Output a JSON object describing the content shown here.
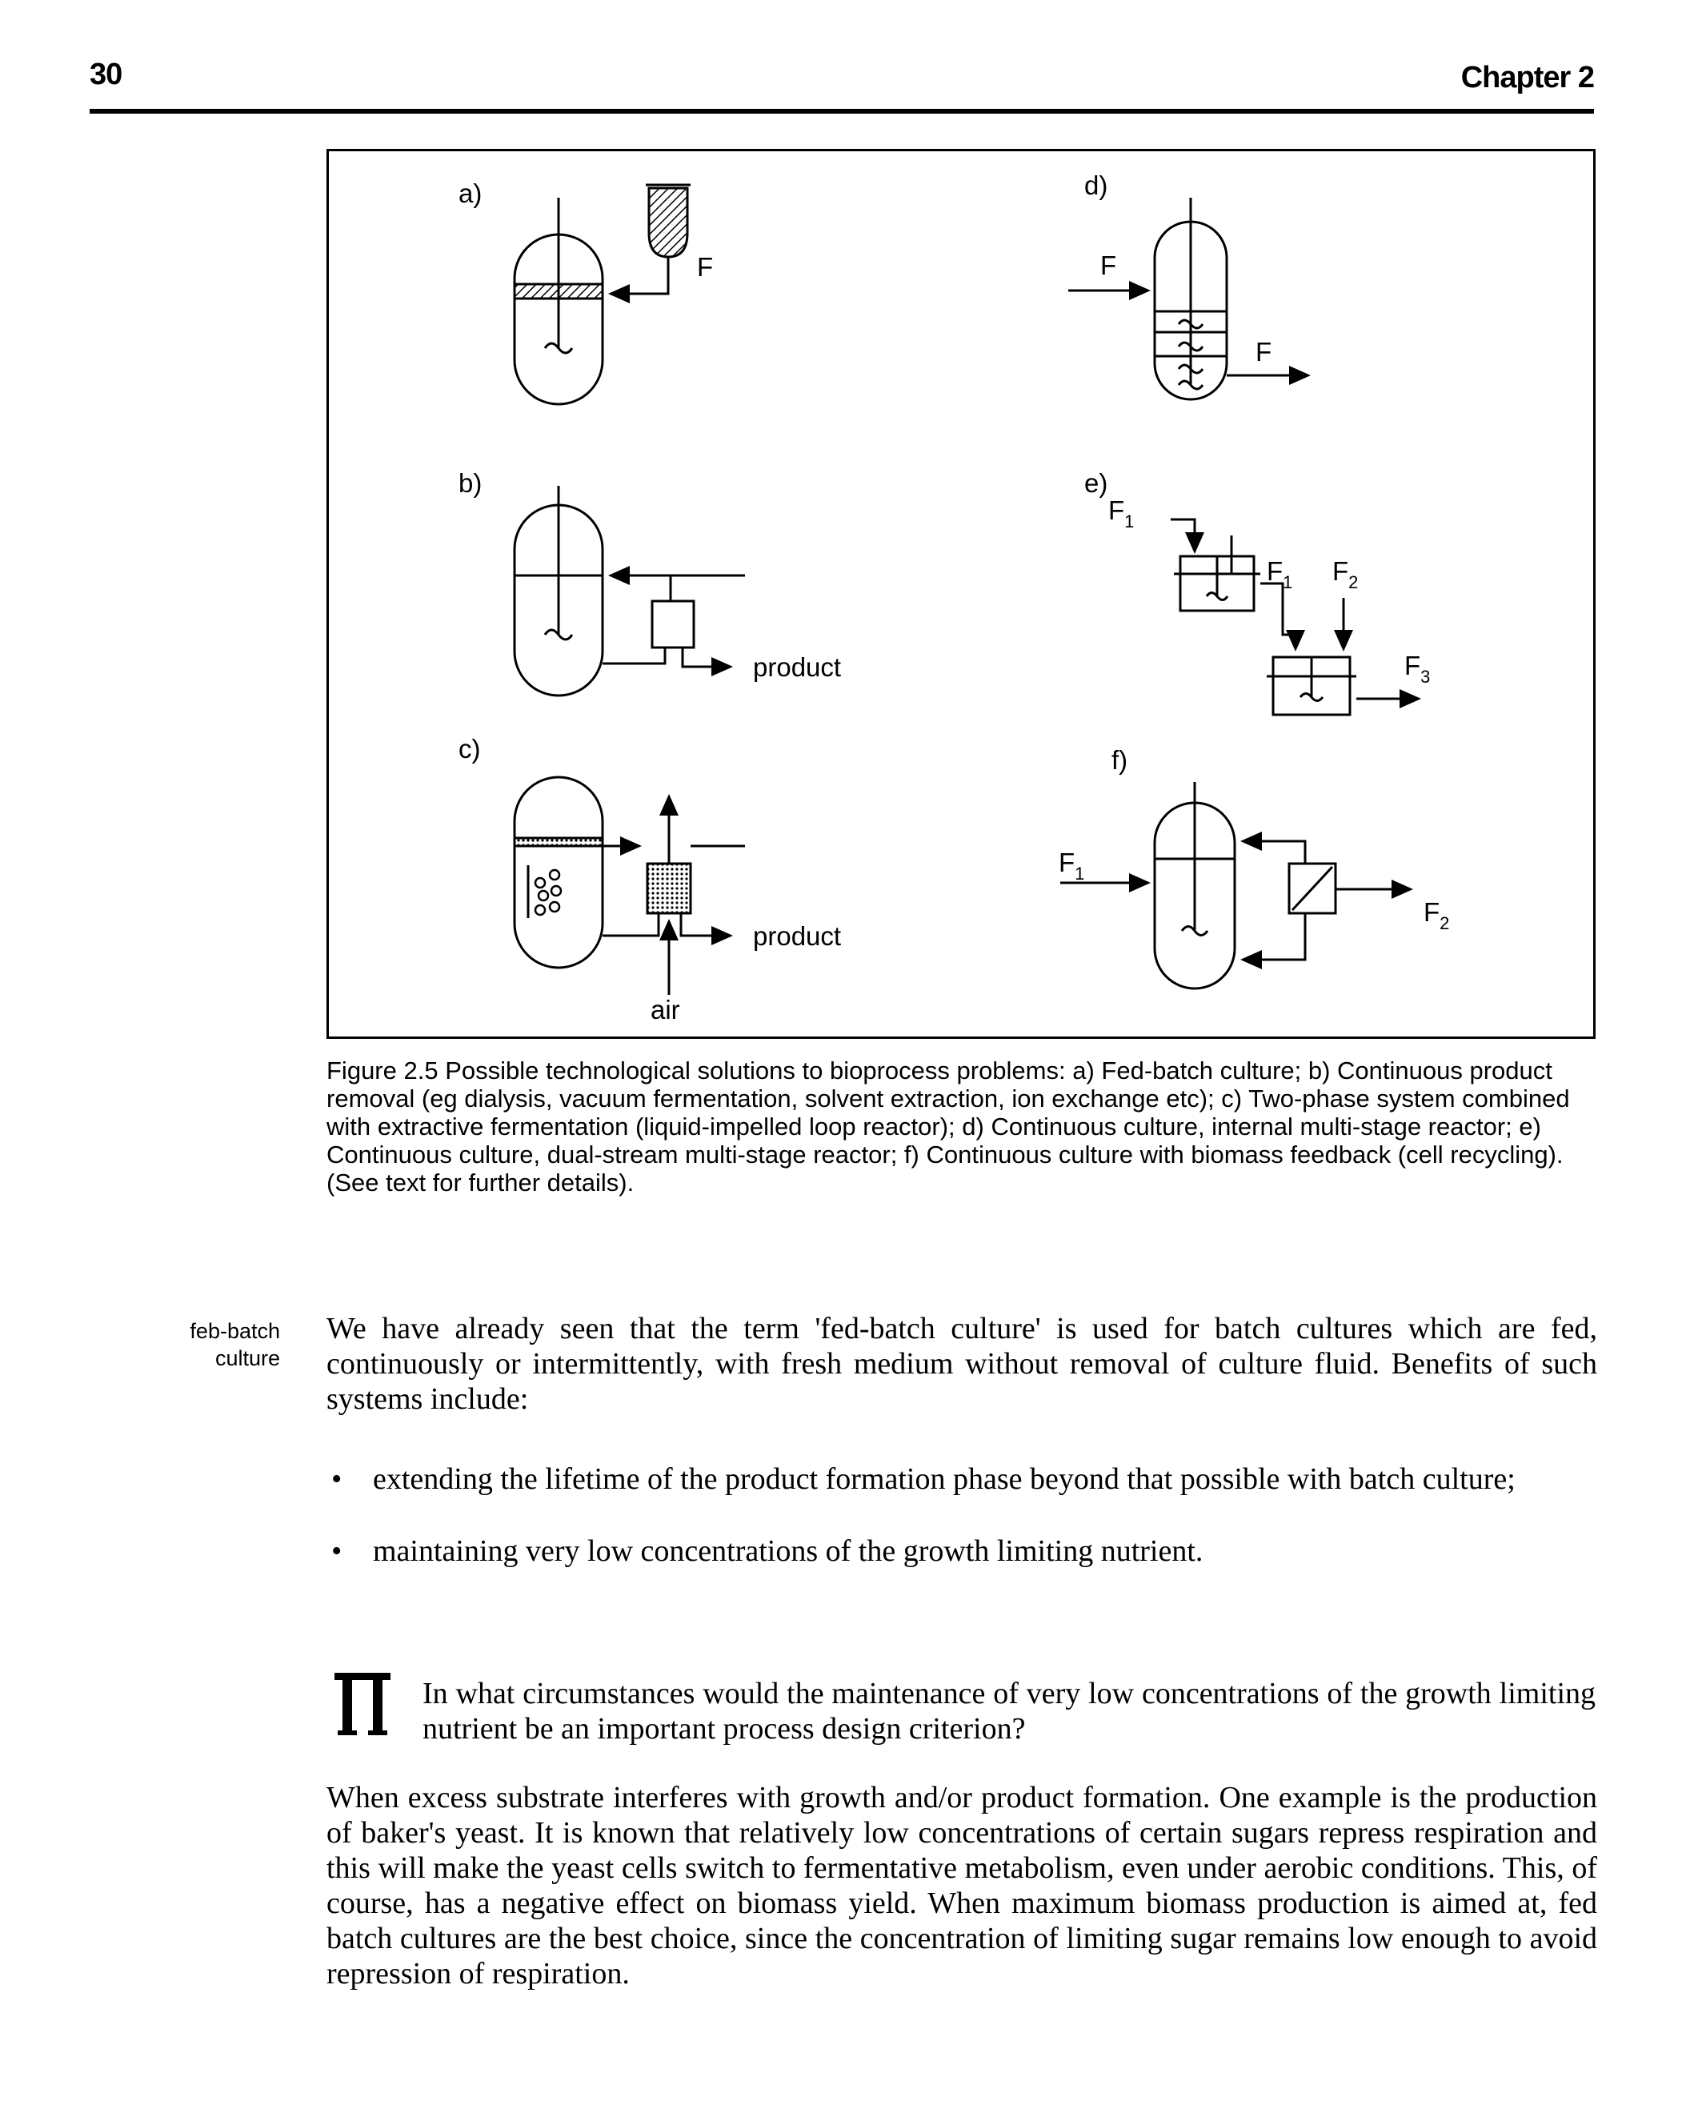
{
  "header": {
    "page_number": "30",
    "chapter": "Chapter 2"
  },
  "figure": {
    "panel_labels": [
      "a)",
      "b)",
      "c)",
      "d)",
      "e)",
      "f)"
    ],
    "labels": {
      "F": "F",
      "product": "product",
      "air": "air",
      "F1": "F",
      "F1_sub": "1",
      "F2": "F",
      "F2_sub": "2",
      "F3": "F",
      "F3_sub": "3"
    }
  },
  "caption": "Figure 2.5 Possible technological solutions to bioprocess problems: a) Fed-batch culture; b) Continuous product removal (eg dialysis, vacuum fermentation, solvent extraction, ion exchange etc); c) Two-phase system combined with extractive fermentation (liquid-impelled loop reactor); d) Continuous culture, internal multi-stage reactor; e) Continuous culture, dual-stream multi-stage reactor; f) Continuous culture with biomass feedback (cell recycling). (See text for further details).",
  "margin_note": {
    "line1": "feb-batch",
    "line2": "culture"
  },
  "paragraph_1": "We have already seen that the term 'fed-batch culture' is used for batch cultures which are fed, continuously or intermittently, with fresh medium without removal of culture fluid. Benefits of such systems include:",
  "bullets": [
    "extending the lifetime of the product formation phase beyond that possible with batch culture;",
    "maintaining very low concentrations of the growth limiting nutrient."
  ],
  "bullet_symbol": "•",
  "question": "In what circumstances would the maintenance of very low concentrations of the growth limiting nutrient be an important process design criterion?",
  "answer": "When excess substrate interferes with growth and/or product formation. One example is the production of baker's yeast. It is known that relatively low concentrations of certain sugars repress respiration and this will make the yeast cells switch to fermentative metabolism, even under aerobic conditions. This, of course, has a negative effect on biomass yield. When maximum biomass production is aimed at, fed batch cultures are the best choice, since the concentration of limiting sugar remains low enough to avoid repression of respiration."
}
